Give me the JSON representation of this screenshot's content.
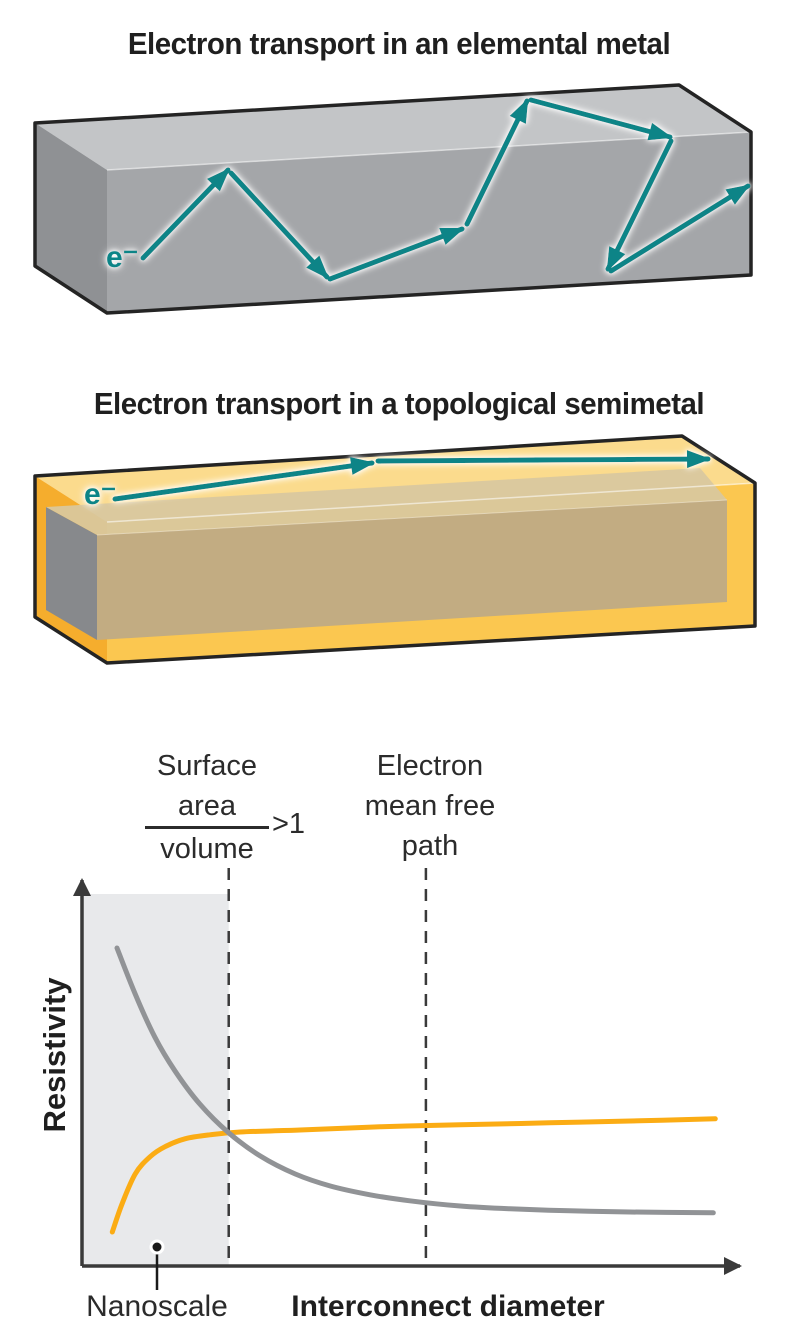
{
  "panel1": {
    "title": "Electron transport in an elemental metal",
    "electron_label": "e⁻"
  },
  "panel2": {
    "title": "Electron transport in a topological semimetal",
    "electron_label": "e⁻"
  },
  "colors": {
    "teal_arrow": "#0C8487",
    "metal_top": "#C3C5C7",
    "metal_front": "#A4A6A9",
    "metal_side": "#8F9194",
    "shell_top": "#FBDB8D",
    "shell_front": "#FBC750",
    "shell_end_frame": "#F5AD2D",
    "core_top": "#D8C8A0",
    "core_front": "#C2AC82",
    "core_end_gray": "#87898C",
    "curve_metal": "#919396",
    "curve_topological": "#FBAC14",
    "nanoscale_region": "#E8E9EB",
    "axis": "#3A3A3A"
  },
  "chart_data": {
    "type": "line",
    "title": "",
    "xlabel": "Interconnect diameter",
    "ylabel": "Resistivity",
    "x_axis": {
      "min": 0,
      "max": 1,
      "ticks": [],
      "unlabeled_qualitative": true
    },
    "y_axis": {
      "min": 0,
      "max": 1,
      "ticks": [],
      "unlabeled_qualitative": true
    },
    "grid": false,
    "legend": "none",
    "series": [
      {
        "name": "Elemental metal",
        "color": "#919396",
        "points": [
          [
            0.052,
            0.795
          ],
          [
            0.079,
            0.68
          ],
          [
            0.108,
            0.573
          ],
          [
            0.138,
            0.488
          ],
          [
            0.175,
            0.405
          ],
          [
            0.218,
            0.333
          ],
          [
            0.265,
            0.275
          ],
          [
            0.317,
            0.23
          ],
          [
            0.369,
            0.2
          ],
          [
            0.428,
            0.178
          ],
          [
            0.487,
            0.163
          ],
          [
            0.562,
            0.15
          ],
          [
            0.636,
            0.143
          ],
          [
            0.725,
            0.138
          ],
          [
            0.814,
            0.135
          ],
          [
            0.938,
            0.133
          ]
        ]
      },
      {
        "name": "Topological semimetal",
        "color": "#FBAC14",
        "points": [
          [
            0.045,
            0.085
          ],
          [
            0.059,
            0.153
          ],
          [
            0.079,
            0.23
          ],
          [
            0.101,
            0.273
          ],
          [
            0.123,
            0.298
          ],
          [
            0.153,
            0.318
          ],
          [
            0.19,
            0.328
          ],
          [
            0.235,
            0.335
          ],
          [
            0.324,
            0.34
          ],
          [
            0.443,
            0.348
          ],
          [
            0.562,
            0.353
          ],
          [
            0.695,
            0.358
          ],
          [
            0.829,
            0.363
          ],
          [
            0.941,
            0.368
          ]
        ]
      }
    ],
    "crossing_point": [
      0.218,
      0.333
    ],
    "dashed_lines": [
      {
        "x": 0.218,
        "meaning": "surface-area-to-volume ratio > 1"
      },
      {
        "x": 0.511,
        "meaning": "electron mean free path"
      }
    ],
    "shaded_region": {
      "x_start": 0.0,
      "x_end": 0.218,
      "y_top": 0.93,
      "label": "Nanoscale"
    },
    "annotations": {
      "fraction": {
        "line1": "Surface",
        "numerator": "area",
        "denominator": "volume",
        "comparison": ">1"
      },
      "mean_free_path": {
        "line1": "Electron",
        "line2": "mean free",
        "line3": "path"
      },
      "nanoscale_label": "Nanoscale"
    }
  }
}
